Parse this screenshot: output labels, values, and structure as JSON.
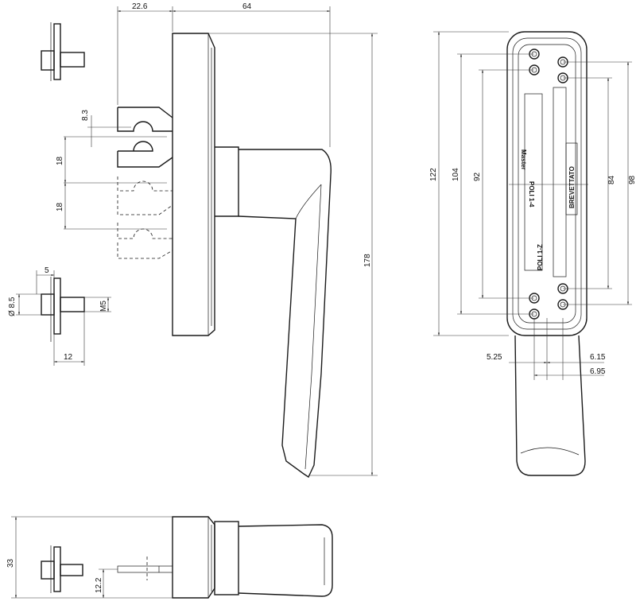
{
  "dimensions": {
    "top_offset": "22.6",
    "top_width": "64",
    "slot_width": "8.3",
    "pitch_a": "18",
    "pitch_b": "18",
    "overall_height": "178",
    "spindle_step": "5",
    "spindle_dia": "8.5",
    "thread": "M5",
    "spindle_len": "12",
    "plate_height": "122",
    "hole_span_outer": "104",
    "hole_span_inner": "92",
    "hole_span_r1": "84",
    "hole_span_r2": "98",
    "off_left": "5.25",
    "off_right1": "6.15",
    "off_right2": "6.95",
    "side_height": "33",
    "side_offset": "12.2"
  },
  "plate_labels": {
    "brand": "Master",
    "model": "POLI 1-4",
    "model_flipped": "POLI 1-Z",
    "patent": "BREVETTATO"
  }
}
